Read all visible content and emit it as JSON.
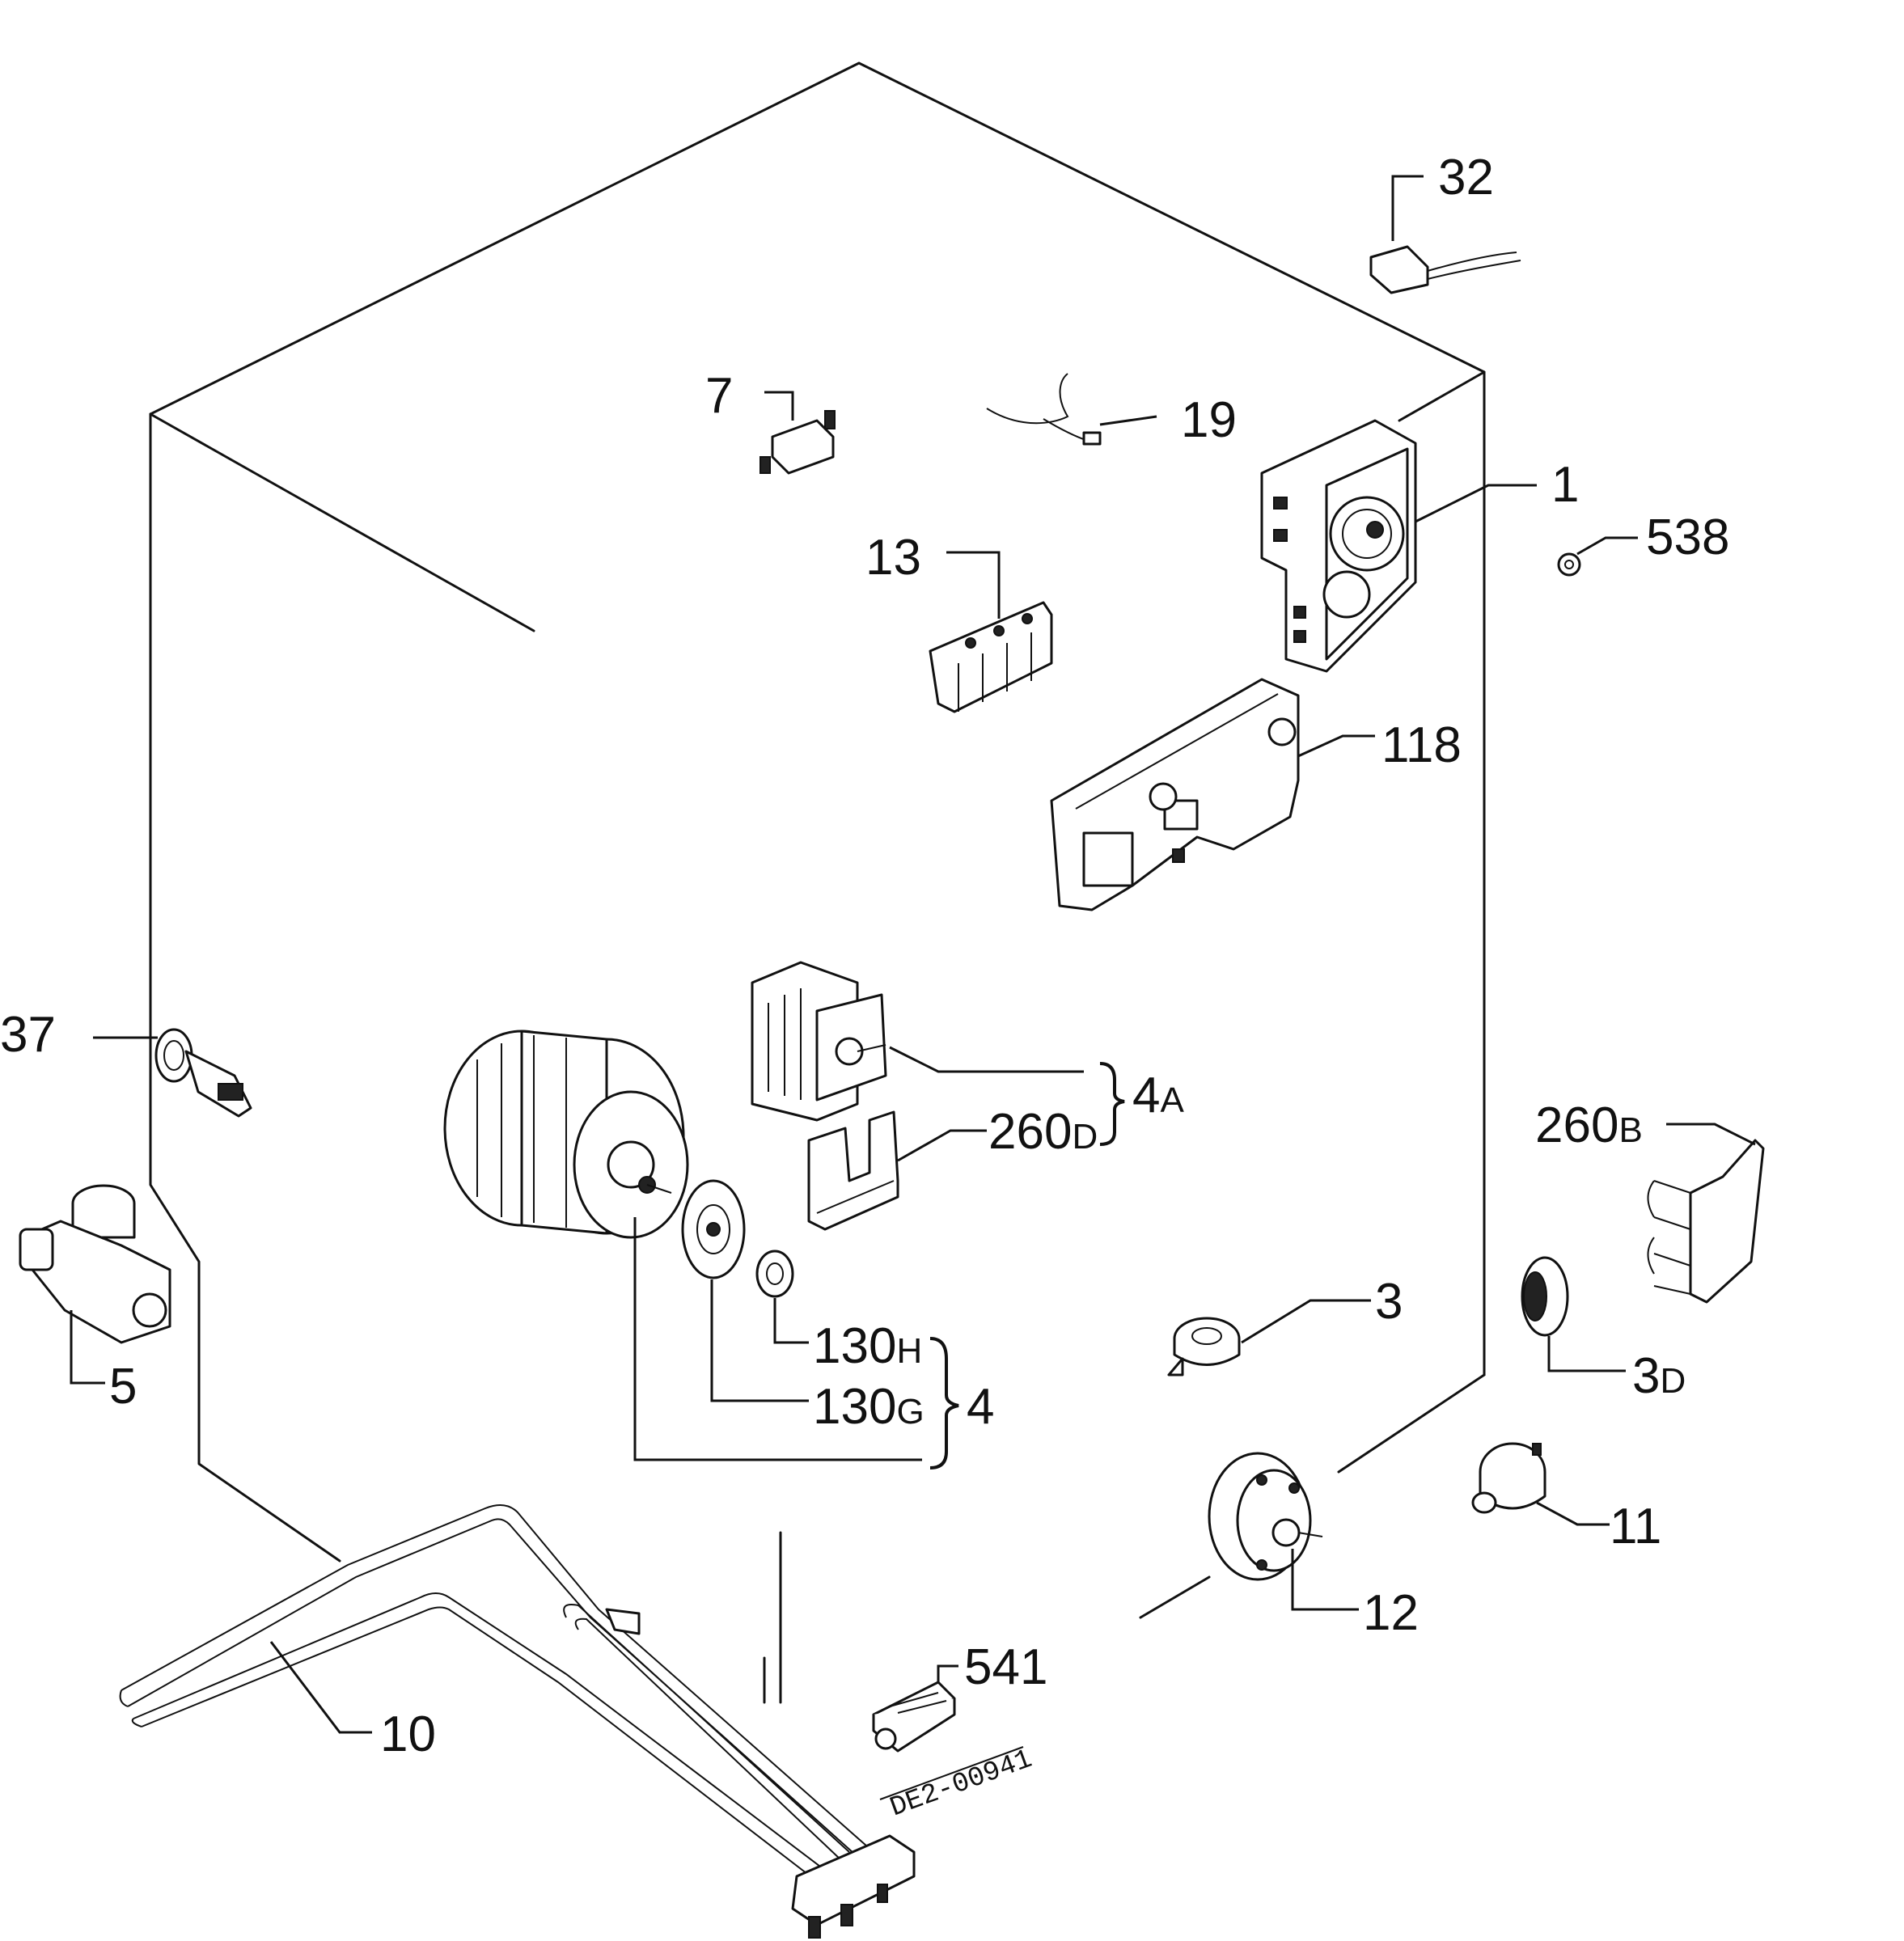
{
  "labels": {
    "p32": "32",
    "p7": "7",
    "p19": "19",
    "p1": "1",
    "p538": "538",
    "p13": "13",
    "p118": "118",
    "p37": "37",
    "p4A_main": "4",
    "p4A_sub": "A",
    "p260D_main": "260",
    "p260D_sub": "D",
    "p260B_main": "260",
    "p260B_sub": "B",
    "p5": "5",
    "p130H_main": "130",
    "p130H_sub": "H",
    "p130G_main": "130",
    "p130G_sub": "G",
    "p4": "4",
    "p3": "3",
    "p3D_main": "3",
    "p3D_sub": "D",
    "p11": "11",
    "p12": "12",
    "p541": "541",
    "p10": "10"
  },
  "drawing_code": "DE2-00941"
}
